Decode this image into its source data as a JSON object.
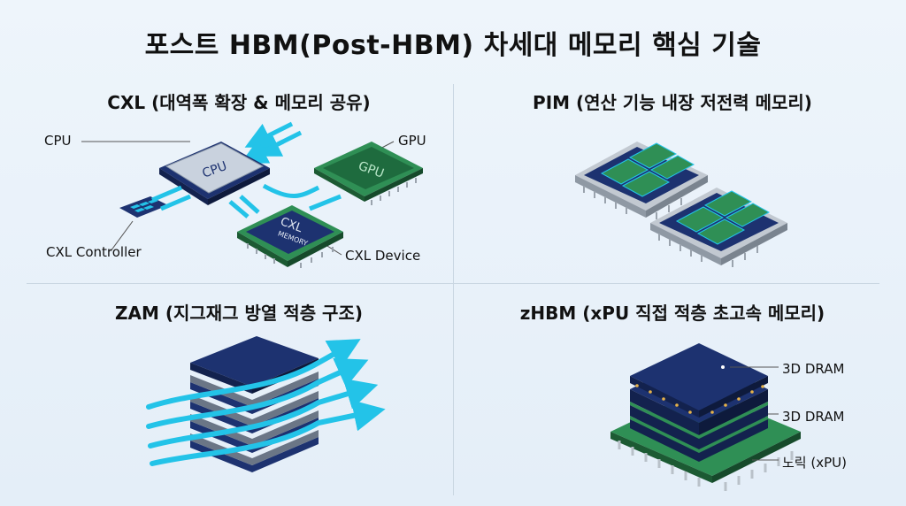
{
  "title": "포스트 HBM(Post-HBM) 차세대 메모리 핵심 기술",
  "sections": {
    "cxl": {
      "heading": "CXL (대역폭 확장 & 메모리 공유)",
      "labels": {
        "cpu": "CPU",
        "gpu": "GPU",
        "controller": "CXL Controller",
        "device": "CXL Device"
      },
      "chip_text": {
        "cpu": "CPU",
        "gpu": "GPU",
        "cxl": "CXL",
        "memory": "MEMORY"
      }
    },
    "pim": {
      "heading": "PIM (연산 기능 내장 저전력 메모리)"
    },
    "zam": {
      "heading": "ZAM (지그재그 방열 적층 구조)"
    },
    "zhbm": {
      "heading": "zHBM (xPU 직접 적층 초고속 메모리)",
      "labels": {
        "dram_top": "3D DRAM",
        "dram_mid": "3D DRAM",
        "logic": "노릭 (xPU)"
      }
    }
  },
  "colors": {
    "navy": "#1d3270",
    "green": "#2f8f55",
    "cyan": "#23c3e8",
    "gray": "#b9c1c9"
  }
}
